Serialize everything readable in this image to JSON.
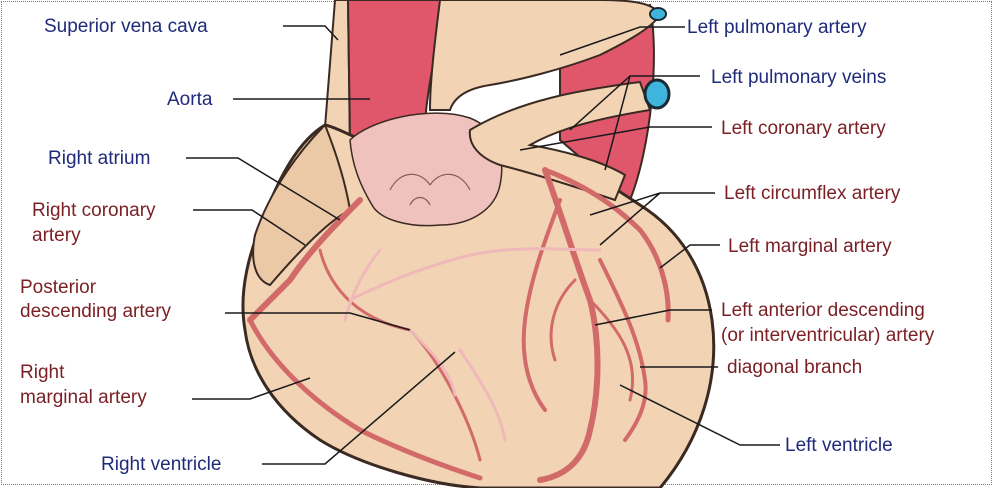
{
  "colors": {
    "tissue": "#f2d4b5",
    "tissue_outline": "#3a2a22",
    "aorta": "#e0566b",
    "aorta_light": "#efb3b3",
    "artery": "#d26a6a",
    "vein_light": "#f0b8b8",
    "pulmonary_opening": "#3fb4dc",
    "label_blue": "#1f2a7a",
    "label_red": "#7a1f24"
  },
  "labels": {
    "superior_vena_cava": "Superior vena cava",
    "aorta": "Aorta",
    "right_atrium": "Right atrium",
    "right_coronary_artery_1": "Right coronary",
    "right_coronary_artery_2": "artery",
    "posterior_descending_1": "Posterior",
    "posterior_descending_2": "descending artery",
    "right_marginal_1": "Right",
    "right_marginal_2": "marginal artery",
    "right_ventricle": "Right ventricle",
    "left_pulmonary_artery": "Left pulmonary artery",
    "left_pulmonary_veins": "Left pulmonary veins",
    "left_coronary_artery": "Left coronary artery",
    "left_circumflex_artery": "Left circumflex artery",
    "left_marginal_artery": "Left marginal artery",
    "lad_1": "Left anterior descending",
    "lad_2": "(or interventricular) artery",
    "diagonal_branch": "diagonal branch",
    "left_ventricle": "Left ventricle"
  }
}
